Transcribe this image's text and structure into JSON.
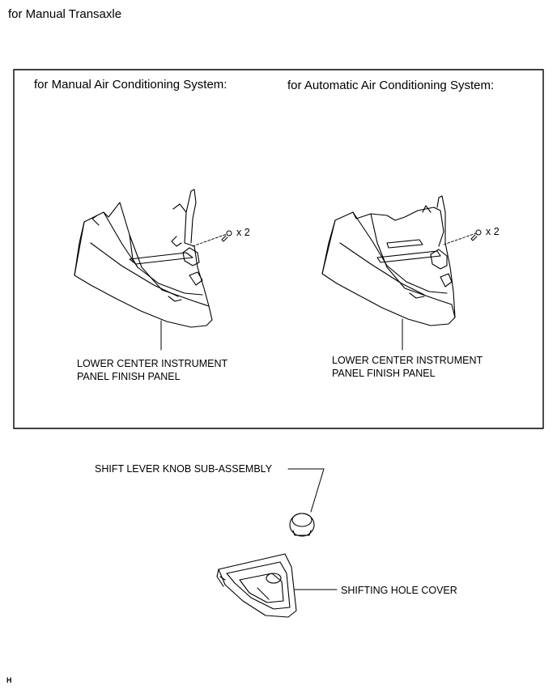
{
  "header": {
    "title": "for Manual Transaxle"
  },
  "box": {
    "left": {
      "title": "for Manual Air Conditioning System:",
      "fastener": "x 2",
      "part_label": "LOWER CENTER INSTRUMENT\nPANEL FINISH PANEL"
    },
    "right": {
      "title": "for Automatic Air Conditioning System:",
      "fastener": "x 2",
      "part_label": "LOWER CENTER INSTRUMENT\nPANEL FINISH PANEL"
    }
  },
  "parts": {
    "knob_label": "SHIFT LEVER KNOB SUB-ASSEMBLY",
    "cover_label": "SHIFTING HOLE COVER"
  },
  "footer": {
    "code": "H"
  }
}
